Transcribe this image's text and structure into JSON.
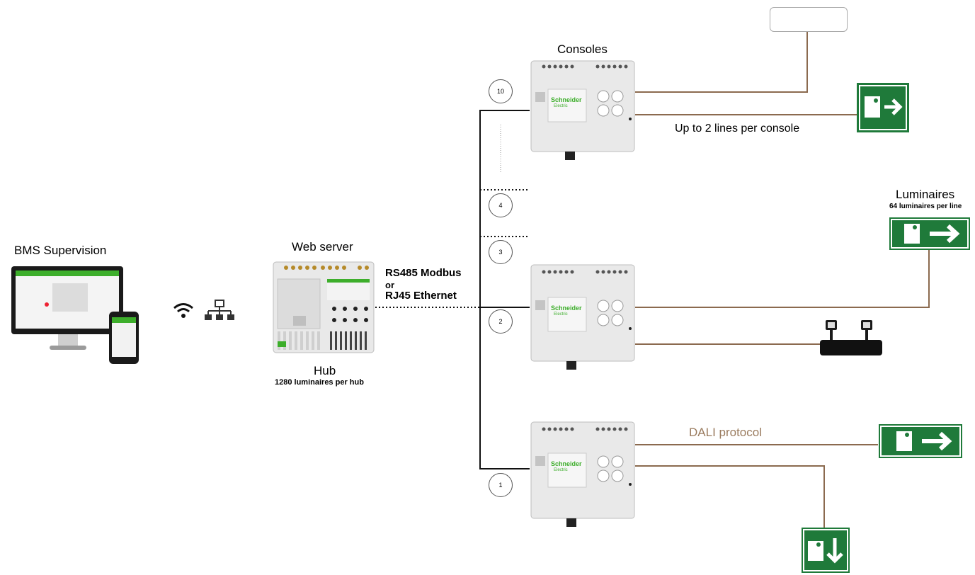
{
  "labels": {
    "bms": "BMS Supervision",
    "web_server": "Web server",
    "hub": "Hub",
    "hub_capacity": "1280 luminaires per hub",
    "protocol_line1": "RS485 Modbus",
    "protocol_or": "or",
    "protocol_line2": "RJ45 Ethernet",
    "consoles": "Consoles",
    "lines_per_console": "Up to 2 lines per console",
    "luminaires": "Luminaires",
    "luminaires_per_line": "64 luminaires per line",
    "dali": "DALI protocol"
  },
  "console_numbers": [
    "10",
    "4",
    "3",
    "2",
    "1"
  ],
  "console_brand": "Schneider",
  "console_brand_sub": "Electric",
  "colors": {
    "wire_brown": "#8b6a4f",
    "wire_black": "#111111",
    "sign_green": "#1f7a3a",
    "device_body": "#e9e9e9",
    "brand_green": "#3dae2b"
  },
  "icons": [
    "wifi-icon",
    "network-icon",
    "exit-sign-icon"
  ]
}
